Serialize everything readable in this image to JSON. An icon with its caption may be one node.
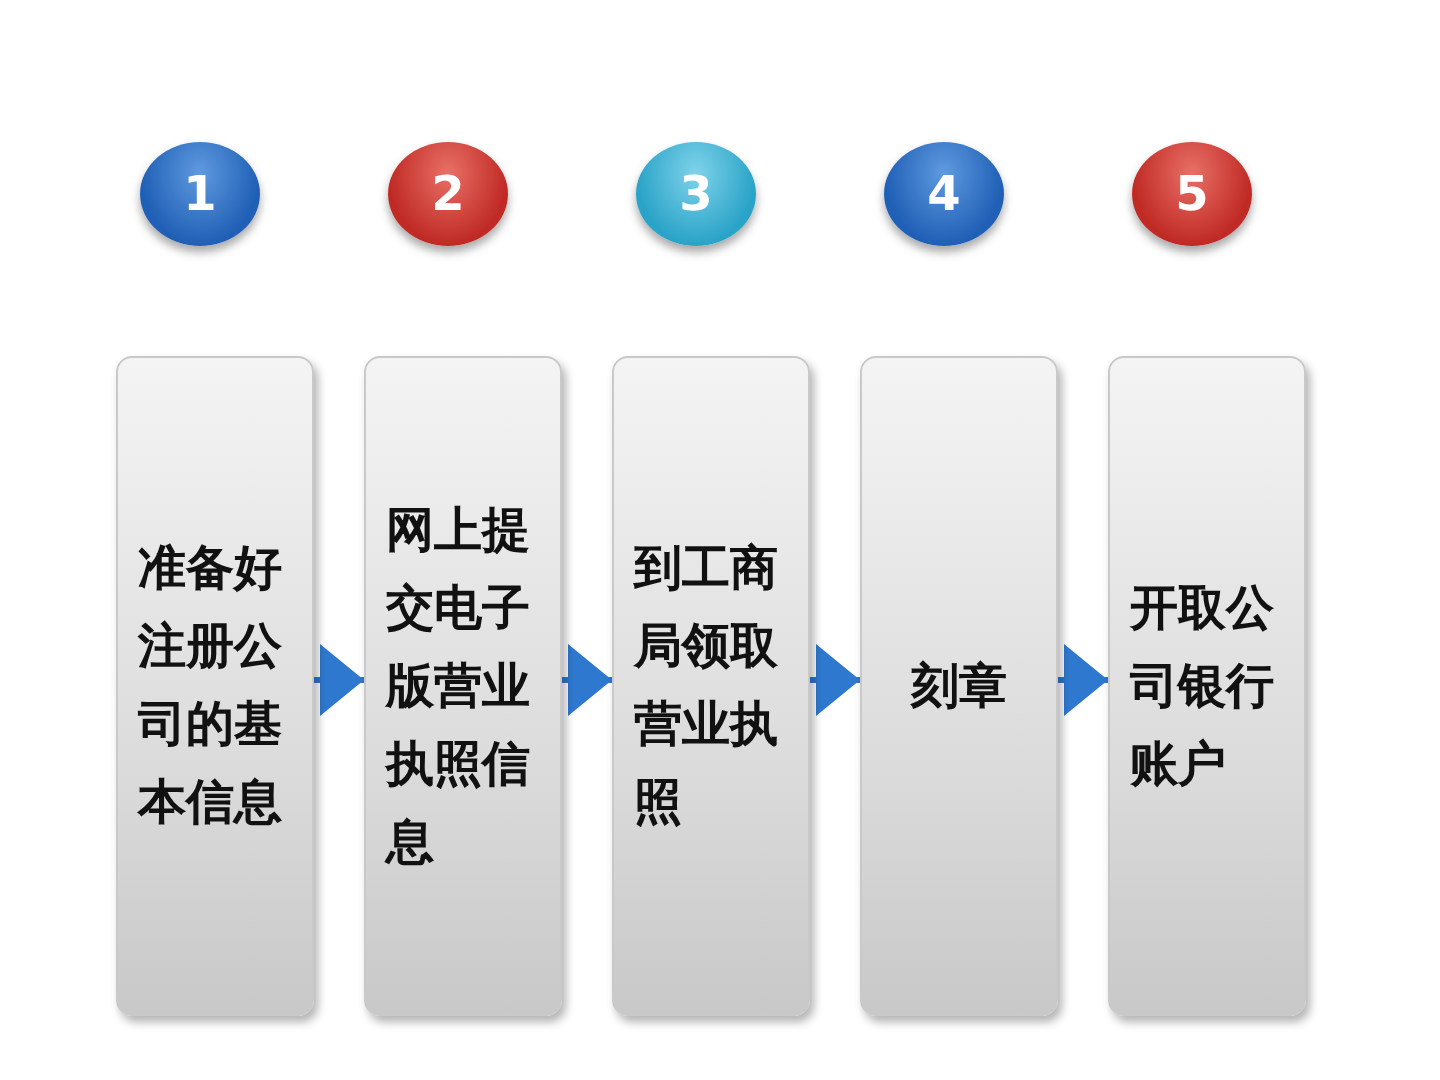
{
  "diagram": {
    "nodes": [
      {
        "text": [
          "1"
        ]
      },
      {
        "text": [
          "2"
        ]
      },
      {
        "text": [
          "3"
        ]
      },
      {
        "text": [
          "4"
        ]
      },
      {
        "text": [
          "5"
        ]
      },
      {
        "text": [
          "准备好注册公司的基本信息"
        ]
      },
      {
        "text": [
          "网上提交电子版营业执照信息"
        ]
      },
      {
        "text": [
          "到工商局领取营业执照"
        ]
      },
      {
        "text": [
          "刻章"
        ]
      },
      {
        "text": [
          "开取公司银行账户"
        ]
      }
    ],
    "edges": [
      {
        "from": 5,
        "to": 6,
        "arrow": "to"
      },
      {
        "from": 6,
        "to": 7,
        "arrow": "to"
      },
      {
        "from": 7,
        "to": 8,
        "arrow": "to"
      },
      {
        "from": 8,
        "to": 9,
        "arrow": "to"
      }
    ]
  }
}
